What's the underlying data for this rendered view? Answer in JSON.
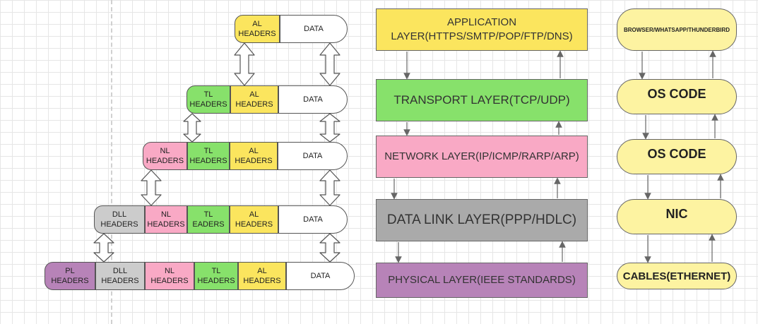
{
  "encapsulation": {
    "rows": [
      {
        "segments": [
          {
            "label": "AL\nHEADERS",
            "kind": "al"
          },
          {
            "label": "DATA",
            "kind": "data"
          }
        ]
      },
      {
        "segments": [
          {
            "label": "TL\nHEADERS",
            "kind": "tl"
          },
          {
            "label": "AL\nHEADERS",
            "kind": "al"
          },
          {
            "label": "DATA",
            "kind": "data"
          }
        ]
      },
      {
        "segments": [
          {
            "label": "NL\nHEADERS",
            "kind": "nl"
          },
          {
            "label": "TL\nHEADERS",
            "kind": "tl"
          },
          {
            "label": "AL\nHEADERS",
            "kind": "al"
          },
          {
            "label": "DATA",
            "kind": "data"
          }
        ]
      },
      {
        "segments": [
          {
            "label": "DLL\nHEADERS",
            "kind": "dll"
          },
          {
            "label": "NL\nHEADERS",
            "kind": "nl"
          },
          {
            "label": "TL\nEADERS",
            "kind": "tl"
          },
          {
            "label": "AL\nHEADERS",
            "kind": "al"
          },
          {
            "label": "DATA",
            "kind": "data"
          }
        ]
      },
      {
        "segments": [
          {
            "label": "PL\nHEADERS",
            "kind": "pl"
          },
          {
            "label": "DLL\nHEADERS",
            "kind": "dll"
          },
          {
            "label": "NL\nHEADERS",
            "kind": "nl"
          },
          {
            "label": "TL\nHEADERS",
            "kind": "tl"
          },
          {
            "label": "AL\nHEADERS",
            "kind": "al"
          },
          {
            "label": "DATA",
            "kind": "data"
          }
        ]
      }
    ]
  },
  "layers": [
    {
      "label": "APPLICATION\nLAYER(HTTPS/SMTP/POP/FTP/DNS)",
      "color": "#fbe55e"
    },
    {
      "label": "TRANSPORT LAYER(TCP/UDP)",
      "color": "#87e16b"
    },
    {
      "label": "NETWORK LAYER(IP/ICMP/RARP/ARP)",
      "color": "#f9a9c5"
    },
    {
      "label": "DATA LINK LAYER(PPP/HDLC)",
      "color": "#aaaaaa"
    },
    {
      "label": "PHYSICAL LAYER(IEEE STANDARDS)",
      "color": "#b783b8"
    }
  ],
  "implementations": [
    {
      "label": "BROWSER/WHATSAPP/THUNDERBIRD"
    },
    {
      "label": "OS CODE"
    },
    {
      "label": "OS CODE"
    },
    {
      "label": "NIC"
    },
    {
      "label": "CABLES(ETHERNET)"
    }
  ]
}
